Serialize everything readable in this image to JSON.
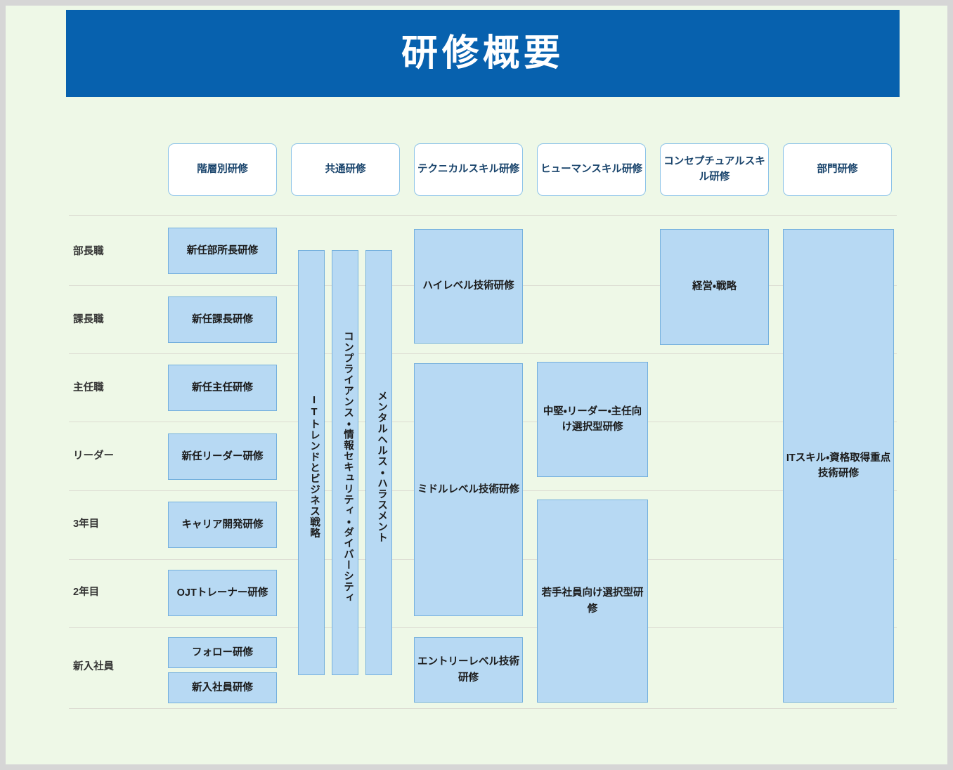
{
  "page": {
    "background_color": "#eef8e7",
    "frame_border_color": "#d6d6d6"
  },
  "banner": {
    "title": "研修概要",
    "background_color": "#0761ae",
    "text_color": "#ffffff"
  },
  "categories": [
    {
      "label": "階層別研修"
    },
    {
      "label": "共通研修"
    },
    {
      "label": "テクニカルスキル研修"
    },
    {
      "label": "ヒューマンスキル研修"
    },
    {
      "label": "コンセプチュアルスキル研修"
    },
    {
      "label": "部門研修"
    }
  ],
  "rows": [
    {
      "label": "部長職"
    },
    {
      "label": "課長職"
    },
    {
      "label": "主任職"
    },
    {
      "label": "リーダー"
    },
    {
      "label": "3年目"
    },
    {
      "label": "2年目"
    },
    {
      "label": "新入社員"
    }
  ],
  "boxes": {
    "rank": [
      {
        "label": "新任部所長研修"
      },
      {
        "label": "新任課長研修"
      },
      {
        "label": "新任主任研修"
      },
      {
        "label": "新任リーダー研修"
      },
      {
        "label": "キャリア開発研修"
      },
      {
        "label": "OJTトレーナー研修"
      },
      {
        "label": "フォロー研修"
      },
      {
        "label": "新入社員研修"
      }
    ],
    "common": [
      {
        "label": "ITトレンドとビジネス戦略"
      },
      {
        "label": "コンプライアンス・情報セキュリティ・ダイバーシティ"
      },
      {
        "label": "メンタルヘルス・ハラスメント"
      }
    ],
    "technical": [
      {
        "label": "ハイレベル技術研修"
      },
      {
        "label": "ミドルレベル技術研修"
      },
      {
        "label": "エントリーレベル技術研修"
      }
    ],
    "human": [
      {
        "label": "中堅・リーダー・主任向け選択型研修"
      },
      {
        "label": "若手社員向け選択型研修"
      }
    ],
    "conceptual": [
      {
        "label": "経営・戦略"
      }
    ],
    "department": [
      {
        "label": "ITスキル・資格取得重点技術研修"
      }
    ]
  },
  "colors": {
    "box_fill": "#b7d9f3",
    "box_border": "#74b0dd",
    "chip_border": "#8cc3e8",
    "grid_line": "#dcdcd2",
    "banner_blue": "#0761ae"
  }
}
